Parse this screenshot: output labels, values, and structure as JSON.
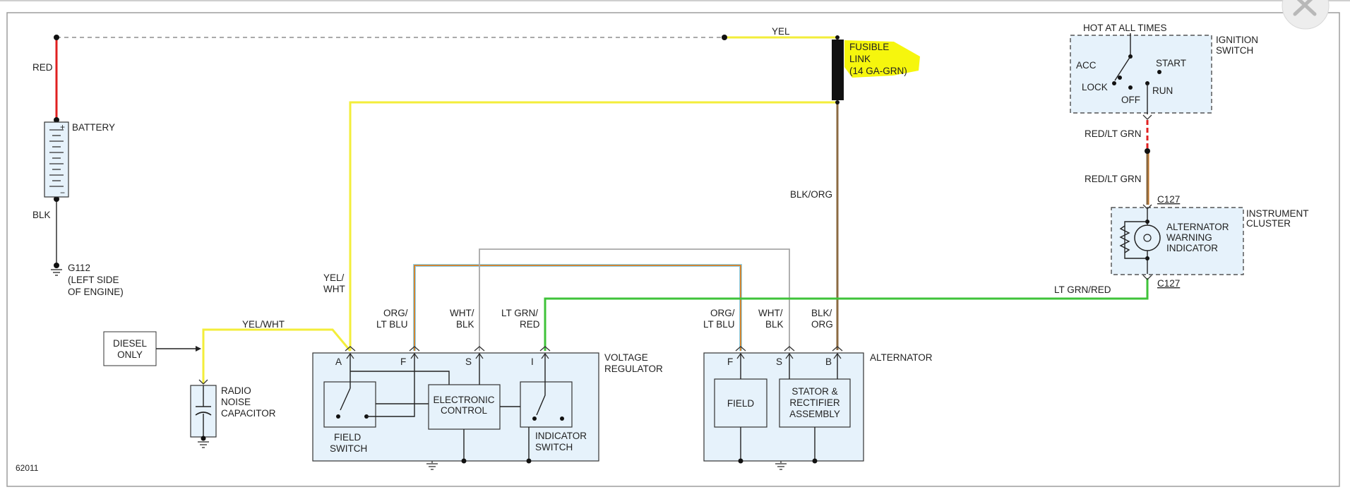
{
  "diagram": {
    "figure_id": "62011",
    "components": {
      "battery": "BATTERY",
      "battery_plus": "+",
      "battery_minus": "−",
      "ground": [
        "G112",
        "(LEFT SIDE",
        "OF ENGINE)"
      ],
      "fusible_link": [
        "FUSIBLE",
        "LINK",
        "(14 GA-GRN)"
      ],
      "ignition_switch": [
        "IGNITION",
        "SWITCH"
      ],
      "hot_at_all_times": "HOT AT ALL TIMES",
      "ignition_positions": {
        "acc": "ACC",
        "start": "START",
        "lock": "LOCK",
        "run": "RUN",
        "off": "OFF"
      },
      "instrument_cluster": [
        "INSTRUMENT",
        "CLUSTER"
      ],
      "warning_indicator": [
        "ALTERNATOR",
        "WARNING",
        "INDICATOR"
      ],
      "connector": "C127",
      "diesel_only": [
        "DIESEL",
        "ONLY"
      ],
      "radio_noise_capacitor": [
        "RADIO",
        "NOISE",
        "CAPACITOR"
      ],
      "voltage_regulator": [
        "VOLTAGE",
        "REGULATOR"
      ],
      "field_switch": [
        "FIELD",
        "SWITCH"
      ],
      "electronic_control": [
        "ELECTRONIC",
        "CONTROL"
      ],
      "indicator_switch": [
        "INDICATOR",
        "SWITCH"
      ],
      "alternator": "ALTERNATOR",
      "field": "FIELD",
      "stator_rectifier": [
        "STATOR &",
        "RECTIFIER",
        "ASSEMBLY"
      ]
    },
    "terminals": {
      "regulator": [
        "A",
        "F",
        "S",
        "I"
      ],
      "alternator": [
        "F",
        "S",
        "B"
      ]
    },
    "wires": {
      "red": "RED",
      "blk": "BLK",
      "yel": "YEL",
      "blk_org": "BLK/ORG",
      "yel_wht_split": [
        "YEL/",
        "WHT"
      ],
      "yel_wht": "YEL/WHT",
      "org_lt_blu": [
        "ORG/",
        "LT BLU"
      ],
      "wht_blk": [
        "WHT/",
        "BLK"
      ],
      "lt_grn_red_split": [
        "LT GRN/",
        "RED"
      ],
      "blk_org_split": [
        "BLK/",
        "ORG"
      ],
      "lt_grn_red": "LT GRN/RED",
      "red_lt_grn": "RED/LT GRN"
    },
    "colors": {
      "red": "#e02020",
      "black": "#222222",
      "yellow": "#f3ee3a",
      "brown": "#8b6a42",
      "orange": "#d97b1c",
      "light_blue": "#8fd3ef",
      "gray": "#a8a8a8",
      "green": "#3fc33a",
      "highlight": "#f5f500"
    }
  }
}
